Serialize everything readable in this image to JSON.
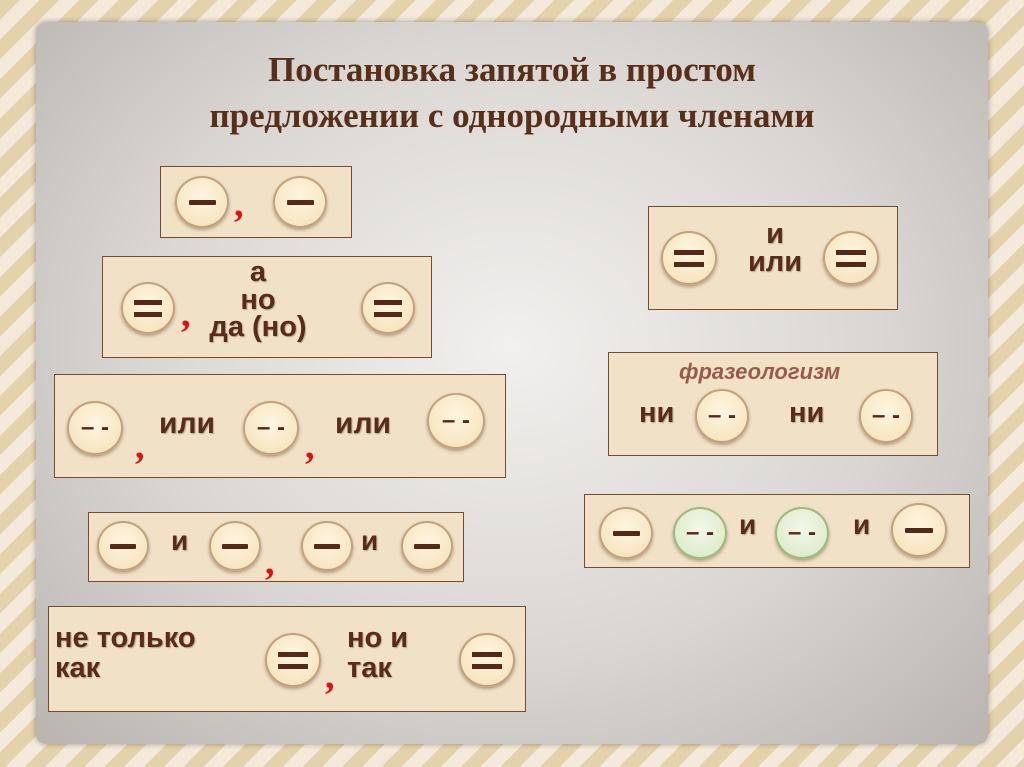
{
  "title_line1": "Постановка запятой в простом",
  "title_line2": "предложении с однородными членами",
  "comma": ",",
  "marks": {
    "dash": "—",
    "double": "=",
    "dashdot": "– -"
  },
  "box1": {
    "words": []
  },
  "box2": {
    "conj": [
      "а",
      "но",
      "да (но)"
    ]
  },
  "box3": {
    "w1": "или",
    "w2": "или"
  },
  "box4": {
    "w1": "и",
    "w2": "и"
  },
  "box5": {
    "left1": "не только",
    "left2": "как",
    "right1": "но и",
    "right2": "так"
  },
  "box6": {
    "conj": [
      "и",
      "или"
    ]
  },
  "box7": {
    "label": "фразеологизм",
    "w1": "ни",
    "w2": "ни"
  },
  "box8": {
    "w1": "и",
    "w2": "и"
  }
}
